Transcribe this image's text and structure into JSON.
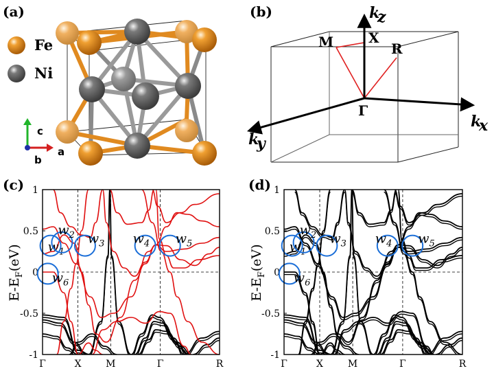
{
  "panels": {
    "a": "(a)",
    "b": "(b)",
    "c": "(c)",
    "d": "(d)"
  },
  "crystal": {
    "legend": [
      {
        "label": "Fe",
        "color": "#e38a1c"
      },
      {
        "label": "Ni",
        "color": "#6e6e6e"
      }
    ],
    "axes": {
      "a": "a",
      "b": "b",
      "c": "c"
    },
    "axis_colors": {
      "a": "#d42020",
      "b": "#1f2fa8",
      "c": "#21b52b"
    }
  },
  "bz": {
    "points": {
      "M": "M",
      "X": "X",
      "R": "R",
      "G": "Γ"
    },
    "axes": {
      "kx": "x",
      "ky": "y",
      "kz": "z",
      "k": "k"
    },
    "path_color": "#e02020"
  },
  "chart_data": [
    {
      "type": "line",
      "panel": "(c)",
      "ylabel_main": "E-E",
      "ylabel_sub": "F",
      "ylabel_unit": "(eV)",
      "ylim": [
        -1,
        1
      ],
      "yticks": [
        "1",
        "0.5",
        "0",
        "-0.5",
        "-1"
      ],
      "xticks": [
        "Γ",
        "X",
        "M",
        "Γ",
        "R"
      ],
      "band_colors": {
        "highlight": "#e01010",
        "base": "#000000"
      },
      "weyl_color": "#1a6ed8",
      "weyl_labels": [
        "w",
        "w",
        "w",
        "w",
        "w",
        "w"
      ],
      "weyl_subs": [
        "1",
        "2",
        "3",
        "4",
        "5",
        "6"
      ]
    },
    {
      "type": "line",
      "panel": "(d)",
      "ylabel_main": "E-E",
      "ylabel_sub": "F",
      "ylabel_unit": "(eV)",
      "ylim": [
        -1,
        1
      ],
      "yticks": [
        "1",
        "0.5",
        "0",
        "-0.5",
        "-1"
      ],
      "xticks": [
        "Γ",
        "X",
        "M",
        "Γ",
        "R"
      ],
      "band_colors": {
        "base": "#000000"
      },
      "weyl_color": "#1a6ed8",
      "weyl_labels": [
        "w",
        "w",
        "w",
        "w",
        "w",
        "w"
      ],
      "weyl_subs": [
        "1",
        "2",
        "3",
        "4",
        "5",
        "6"
      ]
    }
  ]
}
